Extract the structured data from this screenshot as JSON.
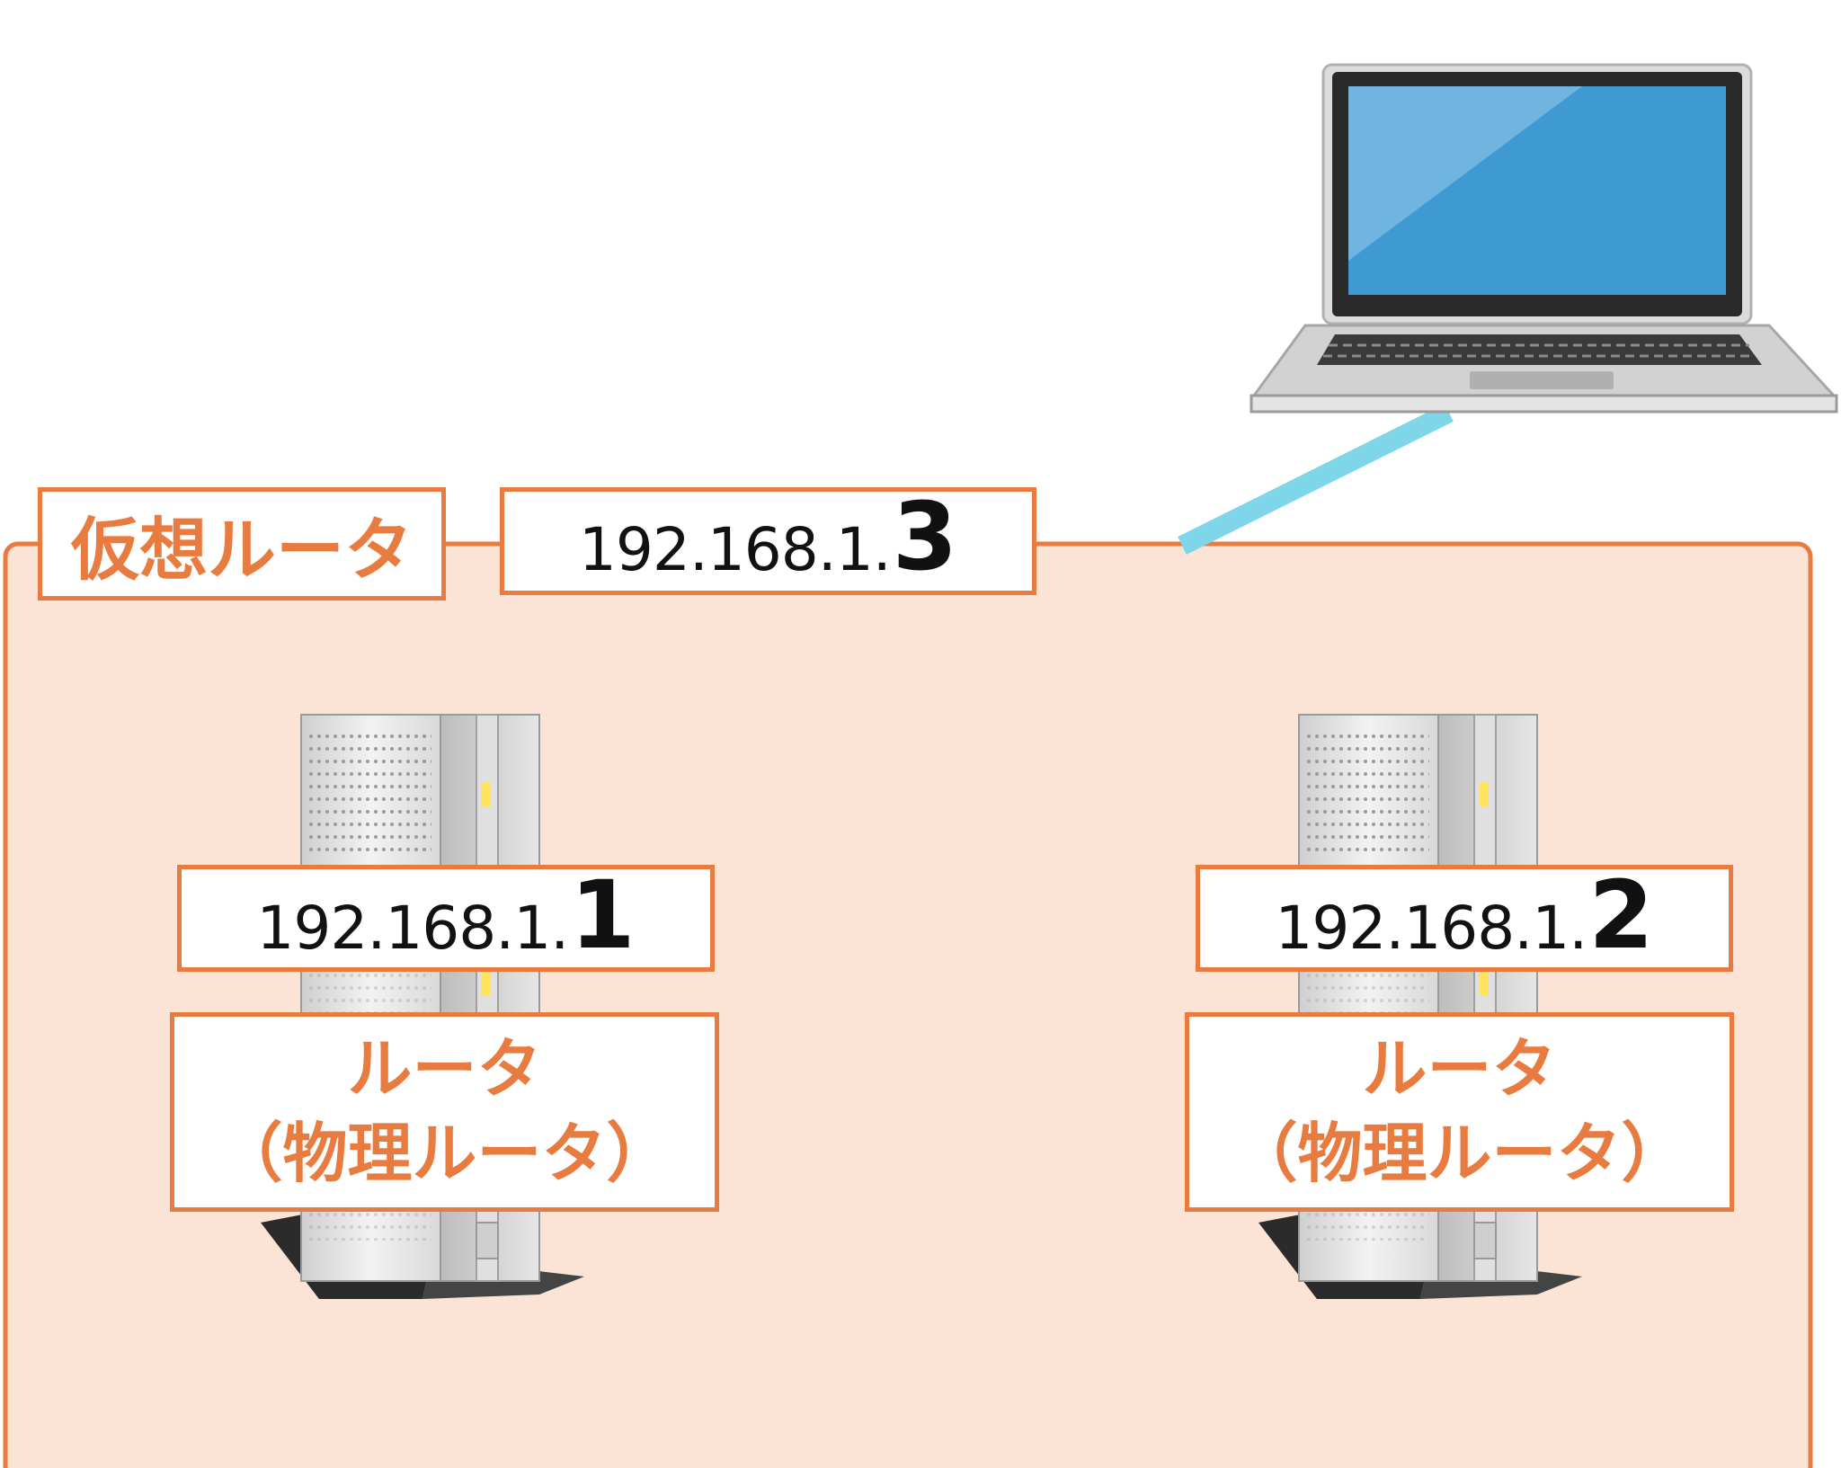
{
  "virtual_router": {
    "title": "仮想ルータ",
    "ip_prefix": "192.168.1.",
    "ip_suffix": "3"
  },
  "routers": [
    {
      "ip_prefix": "192.168.1.",
      "ip_suffix": "1",
      "label_line1": "ルータ",
      "label_line2": "（物理ルータ）"
    },
    {
      "ip_prefix": "192.168.1.",
      "ip_suffix": "2",
      "label_line1": "ルータ",
      "label_line2": "（物理ルータ）"
    }
  ],
  "colors": {
    "accent": "#e87b3f",
    "group_fill": "#fbe3d6",
    "link": "#7fd6e8",
    "laptop_screen": "#3f9ad3"
  },
  "icons": {
    "laptop": "laptop-icon",
    "server": "server-tower-icon"
  }
}
